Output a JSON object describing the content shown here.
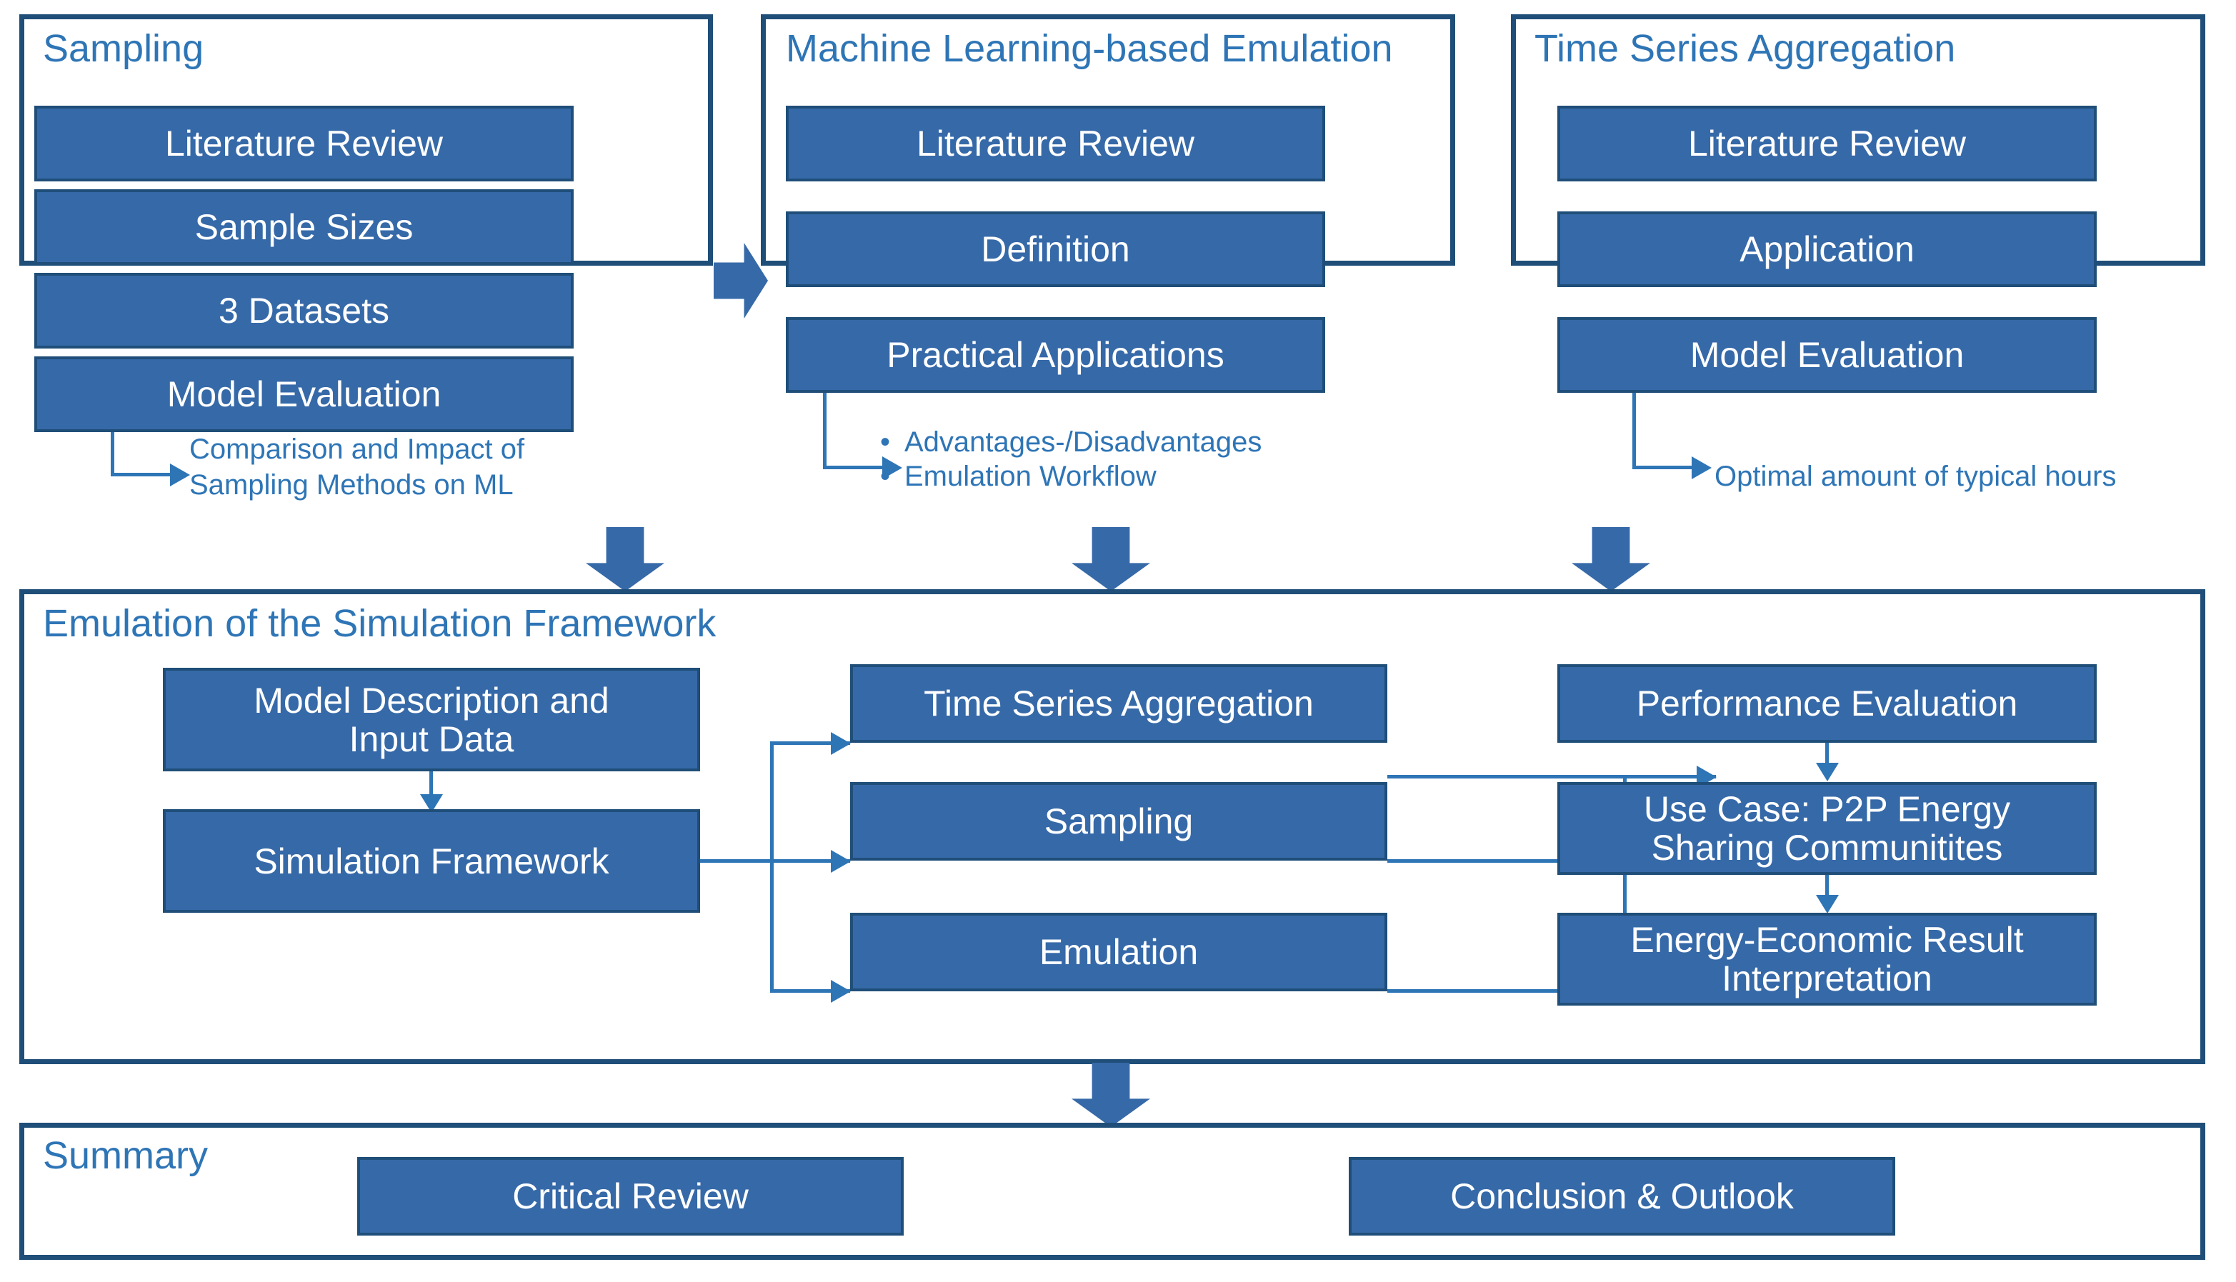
{
  "colors": {
    "box_fill": "#3669A8",
    "box_border": "#1F4E79",
    "panel_border": "#1F4E79",
    "text_blue": "#2E75B6",
    "box_text": "#FFFFFF",
    "background": "#FFFFFF"
  },
  "panels": {
    "sampling": {
      "title": "Sampling",
      "boxes": [
        {
          "label": "Literature Review"
        },
        {
          "label": "Sample Sizes"
        },
        {
          "label": "3 Datasets"
        },
        {
          "label": "Model Evaluation"
        }
      ],
      "note_line1": "Comparison and Impact of",
      "note_line2": "Sampling Methods on ML"
    },
    "ml_emulation": {
      "title": "Machine Learning-based Emulation",
      "boxes": [
        {
          "label": "Literature Review"
        },
        {
          "label": "Definition"
        },
        {
          "label": "Practical Applications"
        }
      ],
      "bullets": [
        {
          "marker": "•",
          "label": "Advantages-/Disadvantages"
        },
        {
          "marker": "•",
          "label": "Emulation Workflow"
        }
      ]
    },
    "time_series": {
      "title": "Time Series Aggregation",
      "boxes": [
        {
          "label": "Literature Review"
        },
        {
          "label": "Application"
        },
        {
          "label": "Model Evaluation"
        }
      ],
      "note": "Optimal amount of typical hours"
    },
    "emulation_framework": {
      "title": "Emulation of the Simulation Framework",
      "left_column": [
        {
          "label_line1": "Model Description and",
          "label_line2": "Input Data"
        },
        {
          "label": "Simulation Framework"
        }
      ],
      "middle_column": [
        {
          "label": "Time Series Aggregation"
        },
        {
          "label": "Sampling"
        },
        {
          "label": "Emulation"
        }
      ],
      "right_column": [
        {
          "label": "Performance Evaluation"
        },
        {
          "label_line1": "Use Case: P2P Energy",
          "label_line2": "Sharing Communitites"
        },
        {
          "label_line1": "Energy-Economic Result",
          "label_line2": "Interpretation"
        }
      ]
    },
    "summary": {
      "title": "Summary",
      "boxes": [
        {
          "label": "Critical Review"
        },
        {
          "label": "Conclusion & Outlook"
        }
      ]
    }
  },
  "connectors": {
    "sampling_to_ml": "block-arrow-right",
    "sampling_to_framework": "block-arrow-down",
    "ml_to_framework": "block-arrow-down",
    "timeseries_to_framework": "block-arrow-down",
    "framework_to_summary": "block-arrow-down"
  }
}
